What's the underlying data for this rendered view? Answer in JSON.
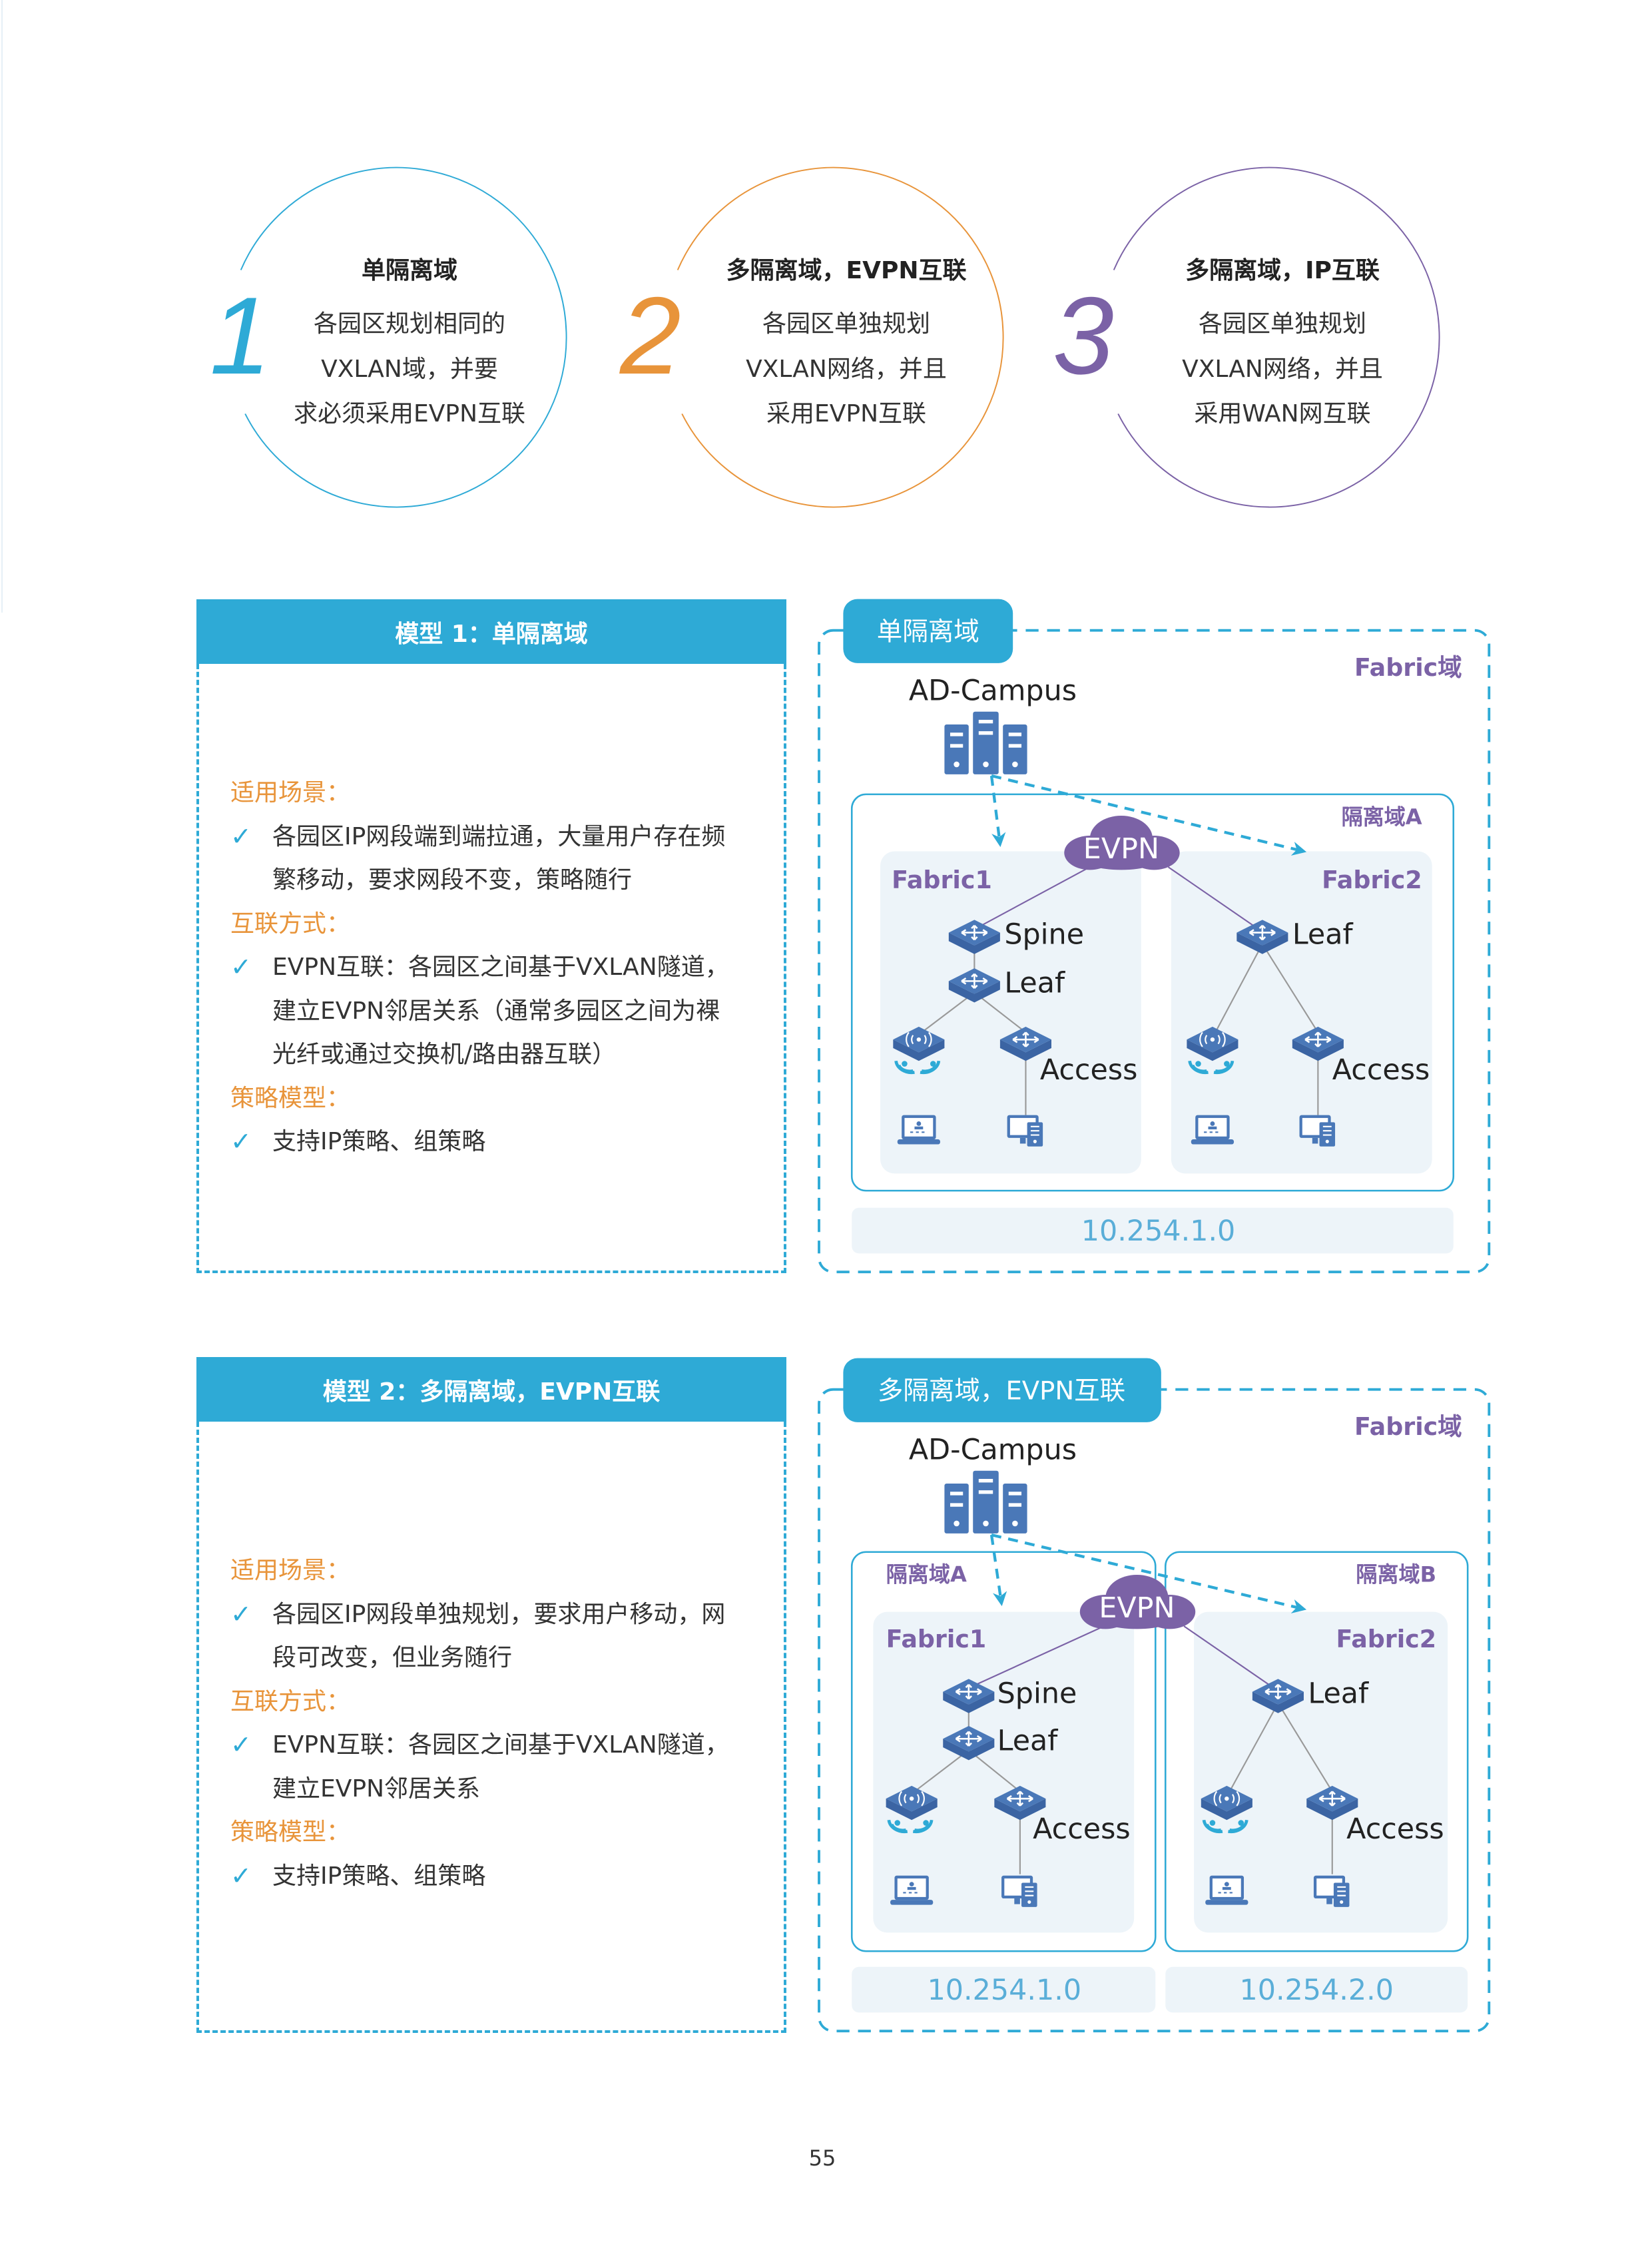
{
  "circles": [
    {
      "number": "1",
      "title": "单隔离域",
      "lines": [
        "各园区规划相同的",
        "VXLAN域，并要",
        "求必须采用EVPN互联"
      ],
      "color": "#2eaad6"
    },
    {
      "number": "2",
      "title": "多隔离域，EVPN互联",
      "lines": [
        "各园区单独规划",
        "VXLAN网络，并且",
        "采用EVPN互联"
      ],
      "color": "#e8943a"
    },
    {
      "number": "3",
      "title": "多隔离域，IP互联",
      "lines": [
        "各园区单独规划",
        "VXLAN网络，并且",
        "采用WAN网互联"
      ],
      "color": "#7b62a6"
    }
  ],
  "models": [
    {
      "header": "模型 1：单隔离域",
      "sections": [
        {
          "label": "适用场景：",
          "lines": [
            "各园区IP网段端到端拉通，大量用户存在频",
            "繁移动，要求网段不变，策略随行"
          ]
        },
        {
          "label": "互联方式：",
          "lines": [
            "EVPN互联：各园区之间基于VXLAN隧道，",
            "建立EVPN邻居关系（通常多园区之间为裸",
            "光纤或通过交换机/路由器互联）"
          ]
        },
        {
          "label": "策略模型：",
          "lines": [
            "支持IP策略、组策略"
          ]
        }
      ],
      "diagram": {
        "tab": "单隔离域",
        "fabric_domain": "Fabric域",
        "controller": "AD-Campus",
        "isolation": [
          "隔离域A"
        ],
        "cloud": "EVPN",
        "fabric1": "Fabric1",
        "fabric2": "Fabric2",
        "spine": "Spine",
        "leaf": "Leaf",
        "access": "Access",
        "subnets": [
          "10.254.1.0"
        ]
      }
    },
    {
      "header": "模型 2：多隔离域，EVPN互联",
      "sections": [
        {
          "label": "适用场景：",
          "lines": [
            "各园区IP网段单独规划，要求用户移动，网",
            "段可改变，但业务随行"
          ]
        },
        {
          "label": "互联方式：",
          "lines": [
            "EVPN互联：各园区之间基于VXLAN隧道，",
            "建立EVPN邻居关系"
          ]
        },
        {
          "label": "策略模型：",
          "lines": [
            "支持IP策略、组策略"
          ]
        }
      ],
      "diagram": {
        "tab": "多隔离域，EVPN互联",
        "fabric_domain": "Fabric域",
        "controller": "AD-Campus",
        "isolation": [
          "隔离域A",
          "隔离域B"
        ],
        "cloud": "EVPN",
        "fabric1": "Fabric1",
        "fabric2": "Fabric2",
        "spine": "Spine",
        "leaf": "Leaf",
        "access": "Access",
        "subnets": [
          "10.254.1.0",
          "10.254.2.0"
        ]
      }
    }
  ],
  "check_icon": "check-icon",
  "page_number": "55",
  "colors": {
    "blue": "#2eaad6",
    "orange": "#e8943a",
    "purple": "#7b62a6",
    "device": "#4a78b8",
    "panel": "#edf4f9"
  }
}
